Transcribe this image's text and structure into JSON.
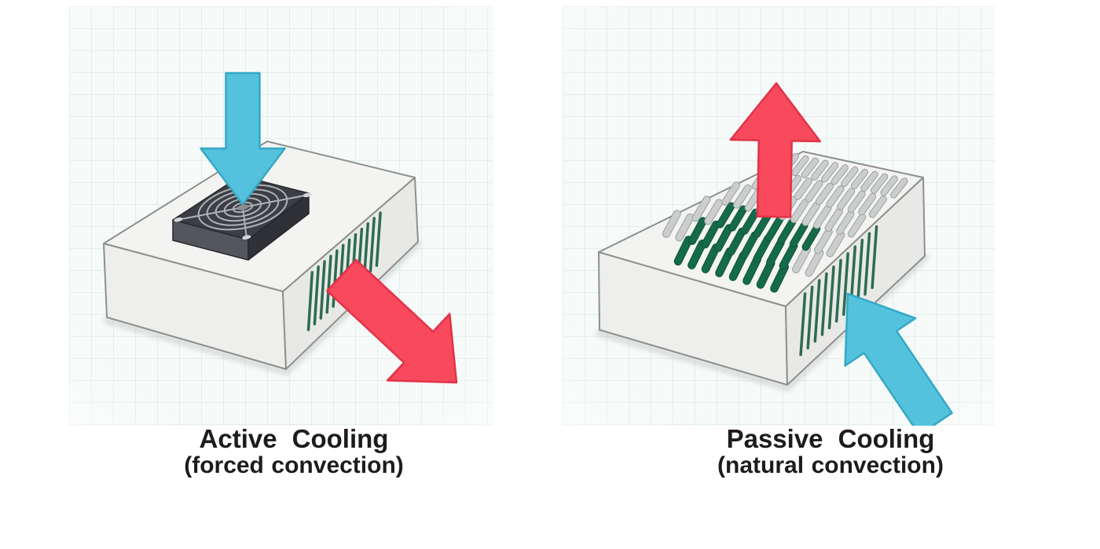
{
  "diagram": {
    "background": "#ffffff",
    "panels": {
      "left": {
        "title": "Active Cooling",
        "subtitle": "(forced convection)",
        "graphic": {
          "scene": "enclosure-box-with-fan-on-top-and-side-vents",
          "intake_arrow": {
            "icon": "down-arrow-icon",
            "direction": "down",
            "color": "#54c2dd"
          },
          "exhaust_arrow": {
            "icon": "down-right-arrow-icon",
            "direction": "down-right",
            "color": "#f8495d"
          }
        }
      },
      "right": {
        "title": "Passive Cooling",
        "subtitle": "(natural convection)",
        "graphic": {
          "scene": "enclosure-box-with-heatsink-vent-slots-on-top-and-side-vents",
          "exhaust_arrow": {
            "icon": "up-arrow-icon",
            "direction": "up",
            "color": "#f8495d"
          },
          "intake_arrow": {
            "icon": "up-left-arrow-icon",
            "direction": "up-left",
            "color": "#54c2dd"
          }
        }
      }
    },
    "colors": {
      "panel_bg": "#f6faf9",
      "grid_line": "#d7e8e5",
      "box_top": "#f3f4f2",
      "box_front": "#eeefec",
      "box_side": "#e8e9e6",
      "box_outline": "#8e908e",
      "shadow": "#bcc0bc",
      "side_vent_green": "#2e6b52",
      "pill_gray_fill": "#cbcecc",
      "pill_gray_stroke": "#9ba09d",
      "pill_green_fill": "#156a4b",
      "pill_green_stroke": "#0f553b",
      "fan_top": "#3c3e44",
      "fan_front": "#54565b",
      "fan_side": "#2f3136",
      "fan_outline": "#26282c",
      "fan_grille": "#aeb1b6",
      "fan_hub": "#8a8d92",
      "fan_screw": "#d2d5d9",
      "arrow_blue": "#54c2dd",
      "arrow_blue_stroke": "#35a8c6",
      "arrow_red": "#f8495d",
      "arrow_red_stroke": "#e23348",
      "caption_text": "#1c1c1c"
    }
  }
}
